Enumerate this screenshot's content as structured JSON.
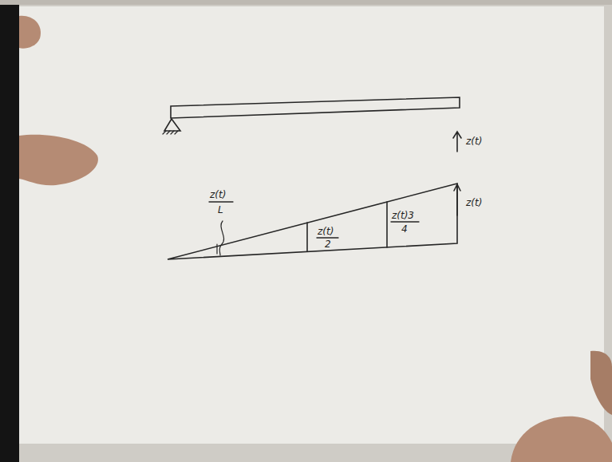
{
  "diagram": {
    "labels": [
      "z(t)",
      "z(t)",
      "L",
      "z(t)",
      "2",
      "z(t)3",
      "4",
      "z(t)"
    ]
  }
}
